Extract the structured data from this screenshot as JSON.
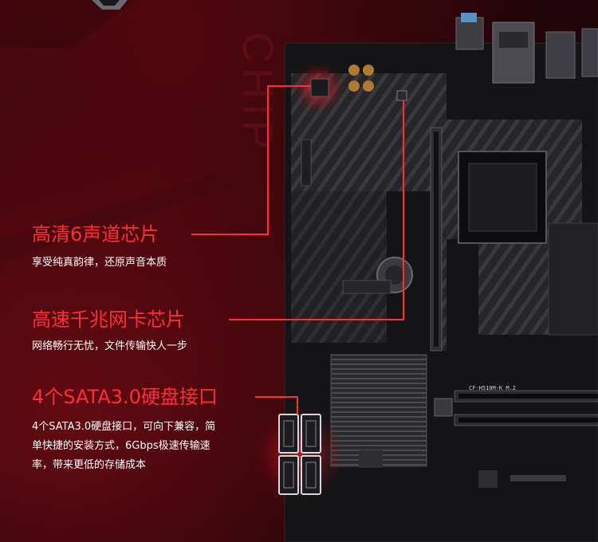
{
  "watermark": "CHIP",
  "features": [
    {
      "title": "高清6声道芯片",
      "desc_lines": [
        "享受纯真韵律，还原声音本质"
      ]
    },
    {
      "title": "高速千兆网卡芯片",
      "desc_lines": [
        "网络畅行无忧，文件传输快人一步"
      ]
    },
    {
      "title": "4个SATA3.0硬盘接口",
      "desc_lines": [
        "4个SATA3.0硬盘接口，可向下兼容，简",
        "单快捷的安装方式，6Gbps极速传输速",
        "率，带来更低的存储成本"
      ]
    }
  ],
  "board": {
    "model_label": "CF-H510M-K M.2"
  },
  "colors": {
    "accent": "#ff2d36",
    "pcb": "#141416",
    "heatsink": "#3a3a3e",
    "glow": "#e0202a"
  }
}
